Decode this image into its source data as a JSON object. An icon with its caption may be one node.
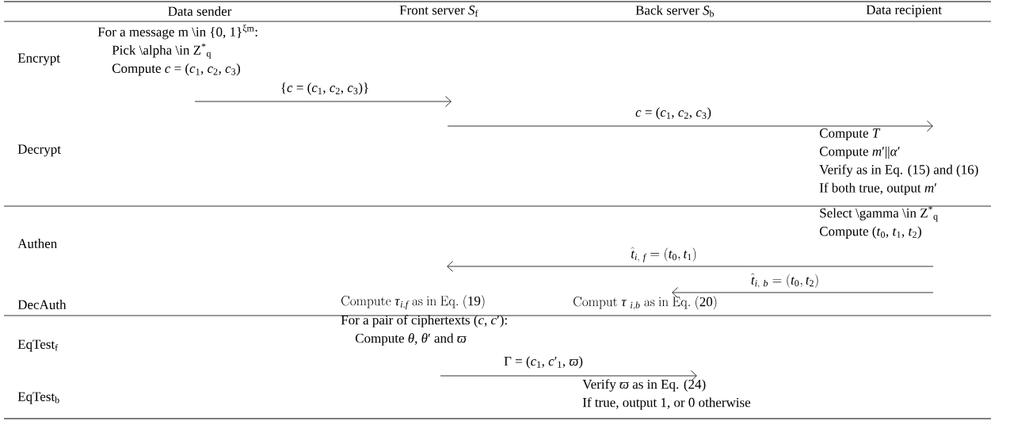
{
  "diagram": {
    "nodes": [
      {
        "text": [
          "For a message m \\in {0, 1}$^{ξm}$:",
          "Pick \\alpha \\in Z$^{*}$$_{q}$",
          "Compute *c* = (*c*$_{1}$, *c*$_{2}$, *c*$_{3}$)"
        ]
      },
      {
        "text": [
          "Compute *T*",
          "Compute *m*′||*α*′",
          "Verify as in Eq. (15) and (16)",
          "If both true, output *m*′"
        ]
      },
      {
        "text": [
          "Select \\gamma \\in Z$^{*}$$_{q}$",
          "Compute (*t*$_{0}$, *t*$_{1}$, *t*$_{2}$)"
        ]
      },
      {
        "text": [
          "\\mathrm{Compute}\\ \\tau_{i,f}\\ \\mathrm{as\\ in\\ Eq.\\ (19)}"
        ]
      },
      {
        "text": [
          "\\mathrm{Comput}\\ \\tau\\ _{i,b}\\ \\mathrm{as\\ in\\ Eq.\\ (20)}"
        ]
      },
      {
        "text": [
          "For a pair of ciphertexts (*c*, *c*′):",
          "Compute *θ*, *θ*′ and *ϖ*"
        ]
      },
      {
        "text": [
          "Verify *ϖ* as in Eq. (24)",
          "If true, output 1, or 0 otherwise"
        ]
      }
    ],
    "edges": [
      {
        "from": 0,
        "to": null,
        "arrow": "to",
        "label": "{*c* = (*c*$_{1}$, *c*$_{2}$, *c*$_{3}$)}"
      },
      {
        "from": null,
        "to": 1,
        "arrow": "to",
        "label": "*c* = (*c*$_{1}$, *c*$_{2}$, *c*$_{3}$)"
      },
      {
        "from": 2,
        "to": 3,
        "arrow": "to",
        "label": "\\hat{t}_{i,\\ f}= (t_{0}, t_{1})"
      },
      {
        "from": 2,
        "to": 4,
        "arrow": "to",
        "label": "\\hat{t}_{i,\\ b} = (t_{0}, t_{2})"
      },
      {
        "from": 5,
        "to": 6,
        "arrow": "to",
        "label": "Γ = (*c*$_{1}$,  *c*′$_{1}$, *ϖ*)"
      }
    ],
    "labels": [
      "Data sender",
      "Front server *S*$_{f}$",
      "Back server *S*$_{b}$",
      "Data recipient",
      "Encrypt",
      "Decrypt",
      "Authen",
      "DecAuth",
      "EqTest$_{f}$",
      "EqTest$_{b}$"
    ]
  }
}
